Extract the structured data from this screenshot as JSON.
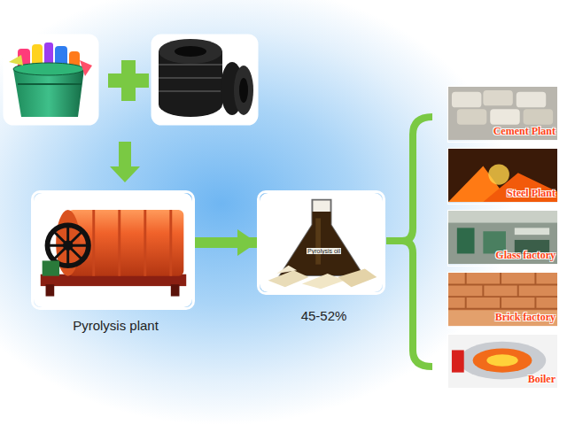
{
  "diagram": {
    "nodes": [
      {
        "text": [
          "Pyrolysis plant"
        ]
      },
      {
        "text": [
          "Pyrolysis oil",
          "45-52%"
        ]
      },
      {
        "text": [
          "Cement Plant"
        ]
      },
      {
        "text": [
          "Steel Plant"
        ]
      },
      {
        "text": [
          "Glass factory"
        ]
      },
      {
        "text": [
          "Brick factory"
        ]
      },
      {
        "text": [
          "Boiler"
        ]
      }
    ],
    "edges": [
      {
        "from": 0,
        "to": 1,
        "arrow": "to"
      }
    ]
  }
}
